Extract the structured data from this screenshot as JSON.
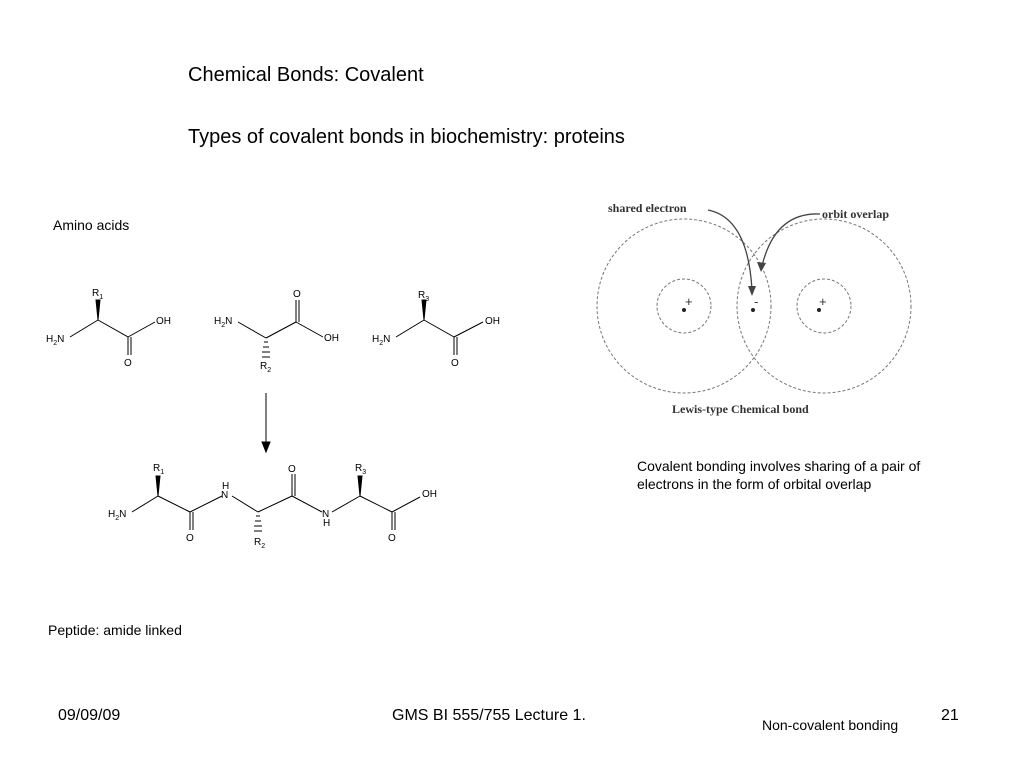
{
  "slide": {
    "title": "Chemical Bonds: Covalent",
    "subtitle": "Types of covalent bonds in biochemistry: proteins",
    "amino_label": "Amino acids",
    "peptide_label": "Peptide: amide linked",
    "caption": "Covalent bonding involves sharing of a pair of electrons in the form of orbital overlap"
  },
  "diagram": {
    "shared_electron": "shared electron",
    "orbit_overlap": "orbit overlap",
    "bond_label": "Lewis-type Chemical bond",
    "plus": "+",
    "minus": "-"
  },
  "chem": {
    "oh": "OH",
    "o": "O",
    "h2": "H",
    "n": "N",
    "r": "R",
    "h": "H",
    "sub2": "2",
    "sub1": "1",
    "sub3": "3"
  },
  "footer": {
    "date": "09/09/09",
    "course": "GMS BI 555/755 Lecture 1.",
    "link": "Non-covalent bonding",
    "page": "21"
  }
}
